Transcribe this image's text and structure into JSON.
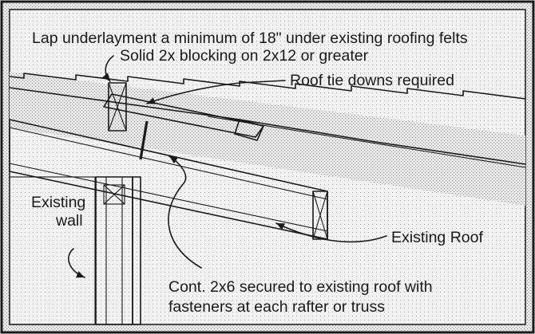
{
  "labels": {
    "lap_underlayment": "Lap underlayment a minimum of 18\" under existing roofing felts",
    "solid_blocking": "Solid 2x blocking on 2x12 or greater",
    "tie_downs": "Roof tie downs required",
    "existing_wall_line1": "Existing",
    "existing_wall_line2": "wall",
    "existing_roof": "Existing Roof",
    "cont_2x6_line1": "Cont. 2x6 secured to existing roof with",
    "cont_2x6_line2": "fasteners at each rafter or truss"
  },
  "colors": {
    "ink": "#1a1a1a",
    "paper": "#ffffff",
    "stipple": "#cfcfcf"
  }
}
